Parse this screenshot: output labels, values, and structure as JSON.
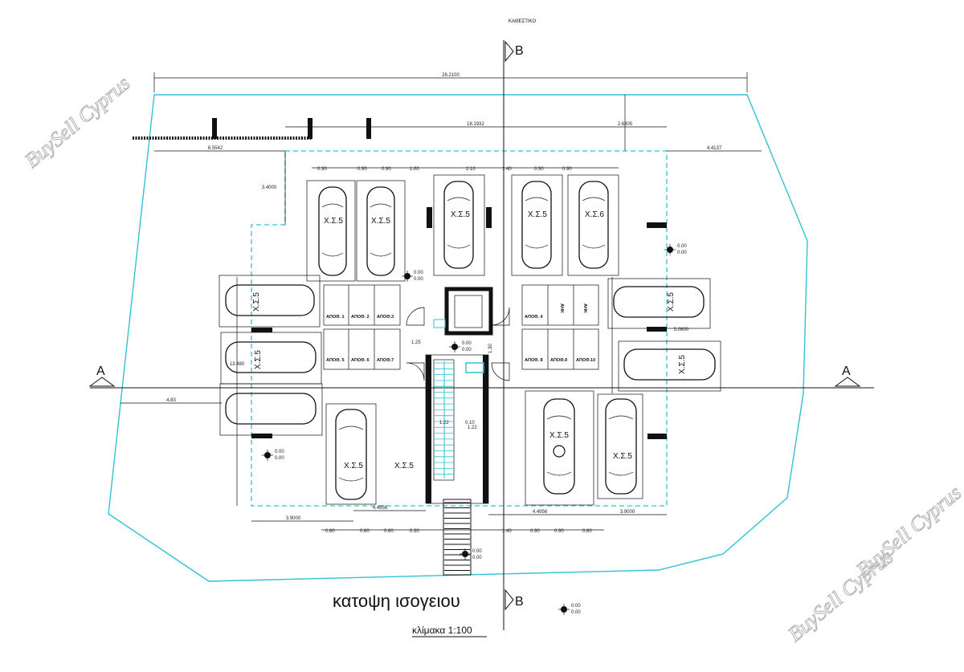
{
  "drawing": {
    "header_label": "ΚΑΘΕΣΤΙΚΟ",
    "title": "κατοψη ισογειου",
    "scale": "κλίμακα 1:100",
    "watermark": "BuySell Cyprus",
    "section_marker_b": "B",
    "section_marker_a": "A"
  },
  "parking_labels": [
    "Χ.Σ.5",
    "Χ.Σ.5",
    "Χ.Σ.5",
    "Χ.Σ.5",
    "Χ.Σ.6",
    "Χ.Σ.5",
    "Χ.Σ.5",
    "Χ.Σ.5",
    "Χ.Σ.5",
    "Χ.Σ.5",
    "Χ.Σ.5",
    "Χ.Σ.5",
    "Χ.Σ.5"
  ],
  "storage_labels": [
    "ΑΠΟΘ. 1",
    "ΑΠΟΘ. 2",
    "ΑΠΟΘ.3",
    "ΑΠΟΘ. 5",
    "ΑΠΟΘ. 6",
    "ΑΠΟΘ.7",
    "ΑΠΟΘ. 4",
    "ΑΠΟΘ. 8",
    "ΑΠΟΘ.9",
    "ΑΠΟΘ.10",
    "ΑΗΚ",
    "ΑΗΚ"
  ],
  "dimensions": {
    "overall_width": "28.2100",
    "top_inner": "18.1932",
    "top_right": "2.6305",
    "left_offset": "6.5542",
    "right_offset": "4.4137",
    "left_depth": "3.4000",
    "left_small": "4.83",
    "left_width": "13.480",
    "right_width": "5.0800",
    "bottom_left_1": "3.9000",
    "bottom_left_2": "4.4956",
    "bottom_right_1": "4.4956",
    "bottom_right_2": "3.9000",
    "corridor": "1.25",
    "core": "1.30",
    "stair_a": "1.22",
    "stair_b": "0.10",
    "stair_c": "1.22",
    "top_chain": [
      "0.30",
      "0.90",
      "0.90",
      "1.00",
      "2.10",
      "1.40",
      "0.90",
      "0.90"
    ],
    "bottom_chain_left": [
      "0.80",
      "0.80",
      "0.80",
      "0.30"
    ],
    "bottom_chain_right": [
      "1.40",
      "0.90",
      "0.90",
      "0.80"
    ]
  },
  "levels": [
    "0.00",
    "0.00"
  ]
}
